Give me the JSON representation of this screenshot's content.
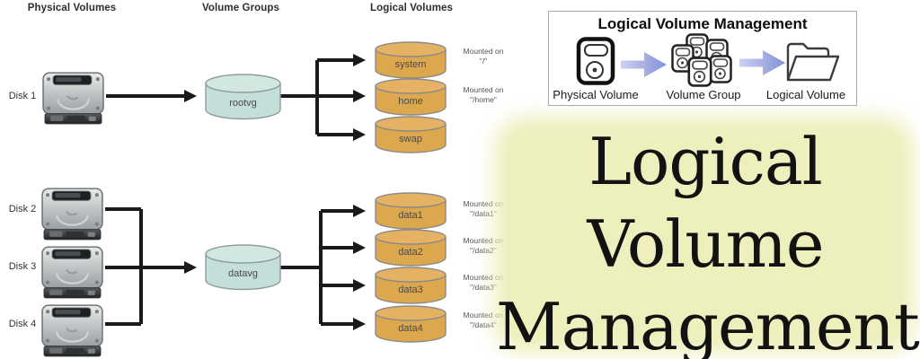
{
  "columns": {
    "physical": "Physical Volumes",
    "groups": "Volume Groups",
    "logical": "Logical Volumes"
  },
  "disks": [
    {
      "label": "Disk 1"
    },
    {
      "label": "Disk 2"
    },
    {
      "label": "Disk 3"
    },
    {
      "label": "Disk 4"
    }
  ],
  "volume_groups": [
    {
      "label": "rootvg"
    },
    {
      "label": "datavg"
    }
  ],
  "logical_volumes": [
    {
      "label": "system",
      "mounted": "Mounted on",
      "path": "\"/\""
    },
    {
      "label": "home",
      "mounted": "Mounted on",
      "path": "\"/home\""
    },
    {
      "label": "swap"
    },
    {
      "label": "data1",
      "mounted": "Mounted on",
      "path": "\"/data1\""
    },
    {
      "label": "data2",
      "mounted": "Mounted on",
      "path": "\"/data2\""
    },
    {
      "label": "data3",
      "mounted": "Mounted on",
      "path": "\"/data3\""
    },
    {
      "label": "data4",
      "mounted": "Mounted on",
      "path": "\"/data4\""
    }
  ],
  "legend": {
    "title": "Logical Volume Management",
    "items": [
      {
        "label": "Physical Volume"
      },
      {
        "label": "Volume Group"
      },
      {
        "label": "Logical Volume"
      }
    ]
  },
  "poster": {
    "line1": "Logical",
    "line2": "Volume",
    "line3": "Management"
  },
  "colors": {
    "logical_volume_fill": "#dda74e",
    "logical_volume_top": "#e4b262",
    "volume_group_fill": "#c4ded9",
    "volume_group_top": "#d3e7e2",
    "connector_line": "#1a1a1a",
    "legend_arrow_blue": "#8391d6",
    "poster_background": "#edefbc"
  }
}
